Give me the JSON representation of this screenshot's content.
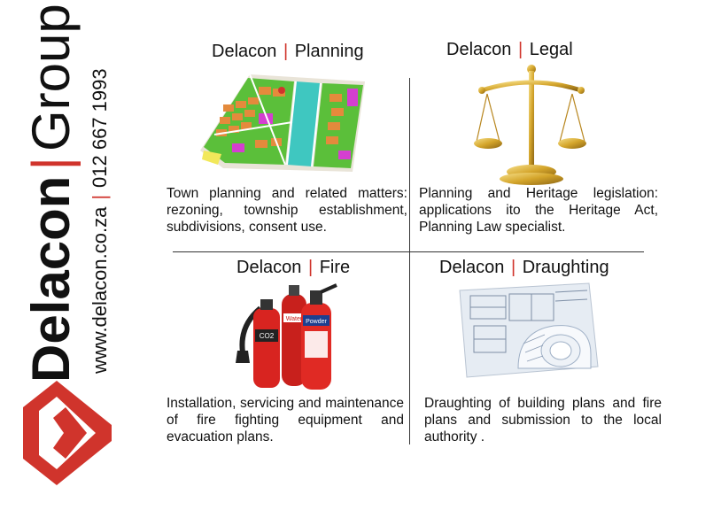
{
  "brand": {
    "name": "Delacon",
    "separator": "|",
    "suffix": "Group",
    "website": "www.delacon.co.za",
    "phone": "012 667 1993",
    "accent_color": "#d0342c",
    "logo_icon": "delacon-chevron-logo"
  },
  "sections": [
    {
      "company": "Delacon",
      "separator": "|",
      "service": "Planning",
      "icon": "town-plan-map-image",
      "description": "Town planning and related matters: rezoning, township establishment, subdivisions, consent use."
    },
    {
      "company": "Delacon",
      "separator": "|",
      "service": "Legal",
      "icon": "scales-of-justice-image",
      "description": "Planning and Heritage legislation: applications ito the Heritage Act, Planning Law specialist."
    },
    {
      "company": "Delacon",
      "separator": "|",
      "service": "Fire",
      "icon": "fire-extinguishers-image",
      "extinguisher_labels": [
        "CO2",
        "Water",
        "Powder"
      ],
      "description": "Installation, servicing and maintenance of fire fighting equipment and evacuation plans."
    },
    {
      "company": "Delacon",
      "separator": "|",
      "service": "Draughting",
      "icon": "building-plans-image",
      "description": "Draughting of building plans and fire plans and submission to the local authority ."
    }
  ]
}
